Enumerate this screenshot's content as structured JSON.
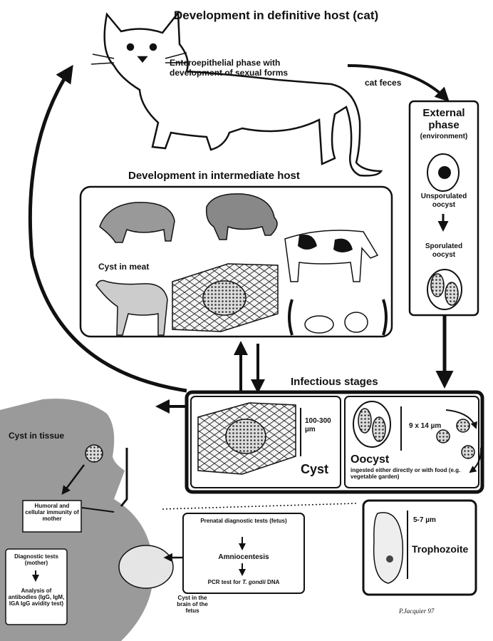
{
  "definitive_host": {
    "title": "Development in definitive host (cat)",
    "phase": "Enteroepithelial phase with development of sexual forms",
    "feces_label": "cat feces"
  },
  "external_phase": {
    "title": "External phase",
    "subtitle": "(environment)",
    "unsporulated": "Unsporulated oocyst",
    "sporulated": "Sporulated oocyst"
  },
  "intermediate_host": {
    "title": "Development in intermediate host",
    "cyst_in_meat": "Cyst in meat"
  },
  "infectious_stages": {
    "title": "Infectious stages",
    "cyst_size": "100-300 µm",
    "cyst_label": "Cyst",
    "oocyst_size": "9 x 14 µm",
    "oocyst_label": "Oocyst",
    "oocyst_note": "ingested either directly or with food (e.g. vegetable garden)"
  },
  "trophozoite": {
    "size": "5-7 µm",
    "label": "Trophozoite"
  },
  "human": {
    "cyst_in_tissue": "Cyst in tissue",
    "immunity": "Humoral and cellular immunity of mother",
    "cyst_brain": "Cyst in the brain of the fetus"
  },
  "prenatal": {
    "title": "Prenatal diagnostic tests (fetus)",
    "step1": "Amniocentesis",
    "step2_prefix": "PCR test for ",
    "step2_italic": "T. gondii",
    "step2_suffix": " DNA"
  },
  "maternal_tests": {
    "title": "Diagnostic tests (mother)",
    "analysis": "Analysis of antibodies (IgG, IgM, IGA IgG avidity test)"
  },
  "credit": "P.Jacquier 97",
  "colors": {
    "ink": "#111111",
    "silhouette": "#9a9a9a",
    "paper": "#ffffff"
  }
}
